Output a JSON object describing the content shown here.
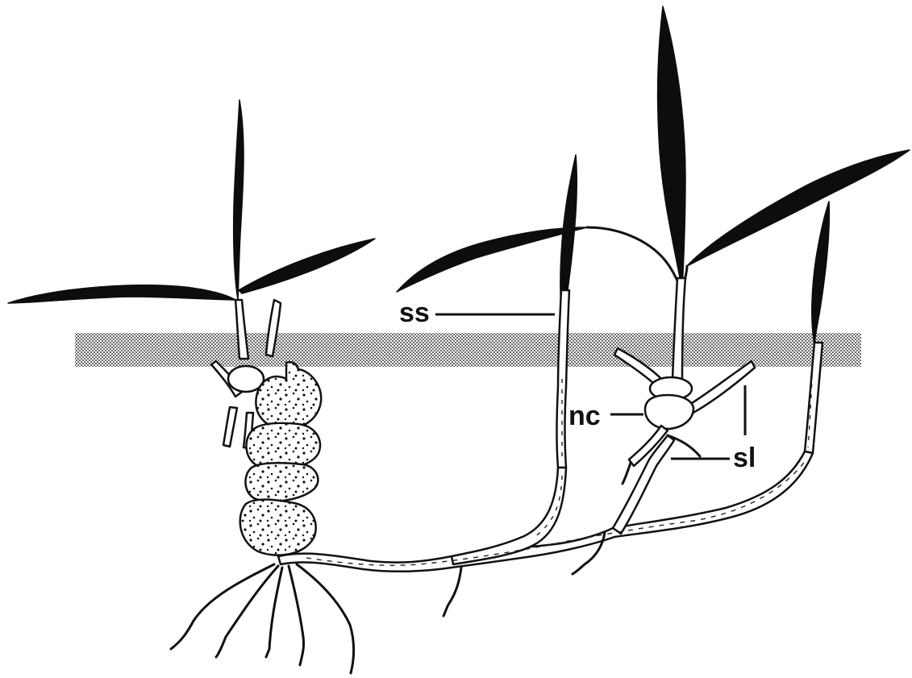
{
  "figure": {
    "labels": {
      "ss": "ss",
      "nc": "nc",
      "sl": "sl"
    }
  },
  "colors": {
    "ink": "#111111",
    "soil_band": "#bdbdbd",
    "background": "#ffffff"
  }
}
